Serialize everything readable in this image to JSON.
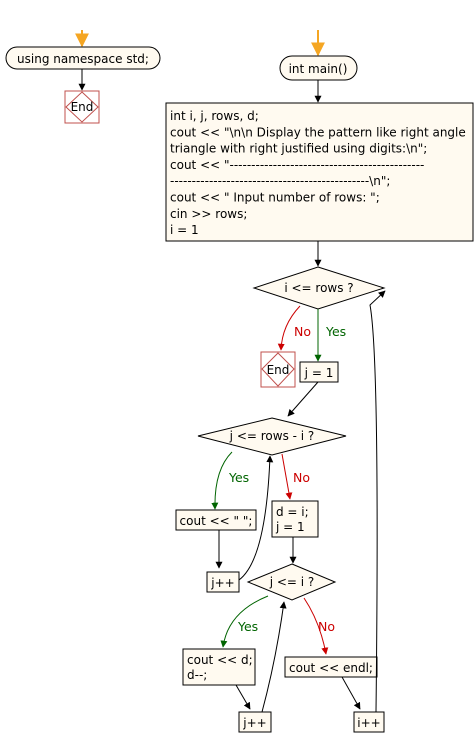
{
  "nodes": {
    "ns_start": "using namespace std;",
    "ns_end": "End",
    "main_start": "int main()",
    "init_block": [
      "int i, j, rows, d;",
      "cout << \"\\n\\n Display the pattern like right angle",
      "triangle with right justified using digits:\\n\";",
      "cout << \"---------------------------------------------",
      "----------------------------------------------\\n\";",
      "cout << \" Input number of rows: \";",
      "cin >> rows;",
      "i = 1"
    ],
    "cond_i": "i <= rows ?",
    "outer_end": "End",
    "j_init": "j = 1",
    "cond_j": "j <= rows - i ?",
    "cout_space": "cout << \" \";",
    "j_inc_1": "j++",
    "d_assign": [
      "d = i;",
      "j = 1"
    ],
    "cond_j2": "j <= i ?",
    "cout_d": [
      "cout << d;",
      "d--;"
    ],
    "cout_endl": "cout << endl;",
    "j_inc_2": "j++",
    "i_inc": "i++"
  },
  "edge_labels": {
    "i_no": "No",
    "i_yes": "Yes",
    "j_yes": "Yes",
    "j_no": "No",
    "j2_yes": "Yes",
    "j2_no": "No"
  },
  "colors": {
    "box_fill": "#fffaf0",
    "box_stroke": "#000000",
    "end_stroke": "#c0504d",
    "start_arrow": "#f5a623",
    "yes": "#006400",
    "no": "#cc0000",
    "edge": "#000000"
  }
}
